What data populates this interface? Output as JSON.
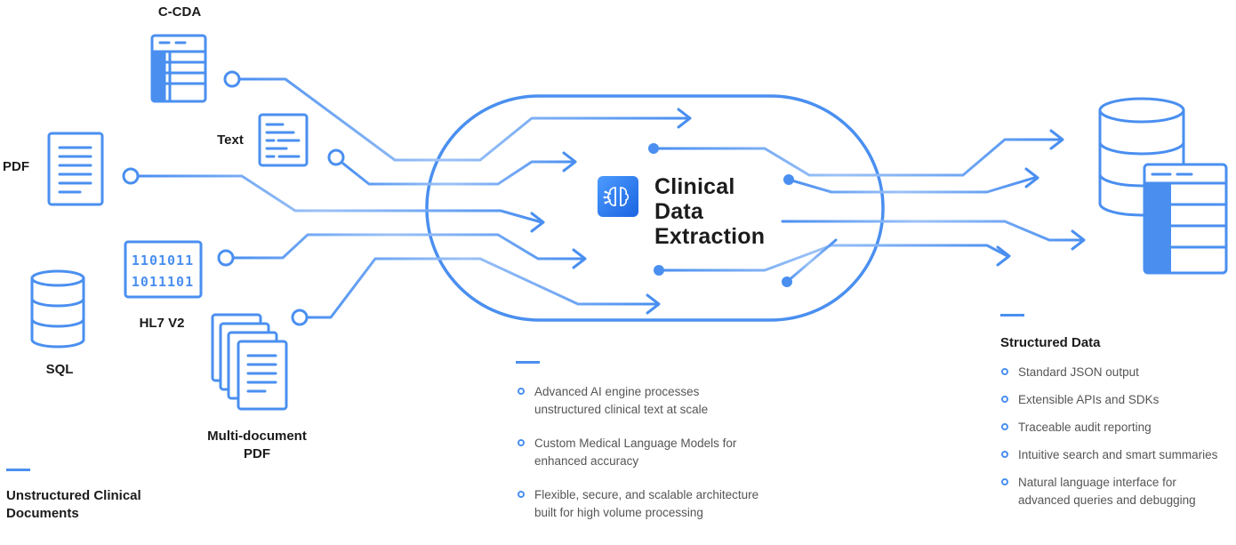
{
  "sources": {
    "ccda": "C-CDA",
    "text": "Text",
    "pdf": "PDF",
    "hl7": "HL7 V2",
    "sql": "SQL",
    "multidoc_line1": "Multi-document",
    "multidoc_line2": "PDF",
    "binary_row1": "1101011",
    "binary_row2": "1011101"
  },
  "center": {
    "title_line1": "Clinical",
    "title_line2": "Data",
    "title_line3": "Extraction"
  },
  "left_section": {
    "heading_line1": "Unstructured Clinical",
    "heading_line2": "Documents"
  },
  "middle_section": {
    "bullets": [
      {
        "line1": "Advanced AI engine processes",
        "line2": "unstructured clinical text at scale"
      },
      {
        "line1": "Custom Medical Language Models for",
        "line2": "enhanced accuracy"
      },
      {
        "line1": "Flexible, secure, and scalable architecture",
        "line2": "built for high volume processing"
      }
    ]
  },
  "right_section": {
    "heading": "Structured Data",
    "bullets": [
      "Standard JSON output",
      "Extensible APIs and SDKs",
      "Traceable audit reporting",
      "Intuitive search and smart summaries"
    ],
    "last_bullet_line1": "Natural language interface for",
    "last_bullet_line2": "advanced queries and debugging"
  },
  "colors": {
    "accent": "#4a8ff0",
    "text": "#1b1b1b",
    "muted": "#555555"
  }
}
